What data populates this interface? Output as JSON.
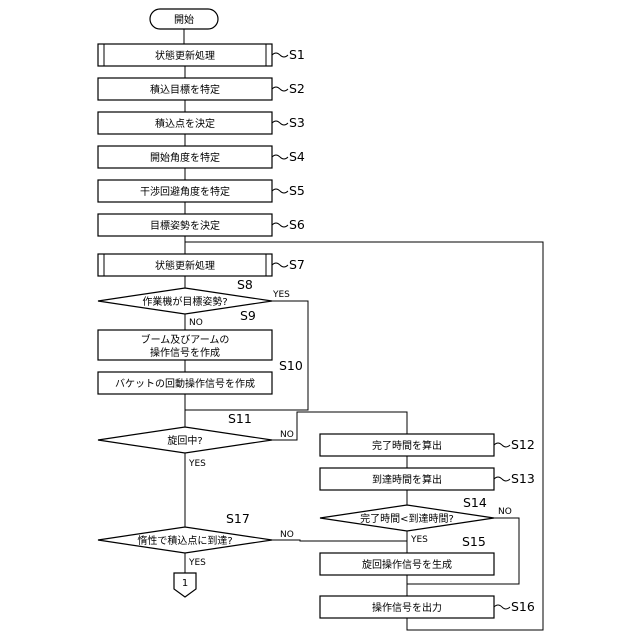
{
  "flowchart": {
    "start": "開始",
    "end_connector": "1",
    "processes": [
      {
        "id": "S1",
        "text": "状態更新処理"
      },
      {
        "id": "S2",
        "text": "積込目標を特定"
      },
      {
        "id": "S3",
        "text": "積込点を決定"
      },
      {
        "id": "S4",
        "text": "開始角度を特定"
      },
      {
        "id": "S5",
        "text": "干渉回避角度を特定"
      },
      {
        "id": "S6",
        "text": "目標姿勢を決定"
      },
      {
        "id": "S7",
        "text": "状態更新処理"
      },
      {
        "id": "S9",
        "lines": [
          "ブーム及びアームの",
          "操作信号を作成"
        ]
      },
      {
        "id": "S10",
        "text": "バケットの回動操作信号を作成"
      },
      {
        "id": "S12",
        "text": "完了時間を算出"
      },
      {
        "id": "S13",
        "text": "到達時間を算出"
      },
      {
        "id": "S15",
        "text": "旋回操作信号を生成"
      },
      {
        "id": "S16",
        "text": "操作信号を出力"
      }
    ],
    "decisions": [
      {
        "id": "S8",
        "text": "作業機が目標姿勢?",
        "yes": "YES",
        "no": "NO"
      },
      {
        "id": "S11",
        "text": "旋回中?",
        "yes": "YES",
        "no": "NO"
      },
      {
        "id": "S14",
        "text": "完了時間<到達時間?",
        "yes": "YES",
        "no": "NO"
      },
      {
        "id": "S17",
        "text": "惰性で積込点に到達?",
        "yes": "YES",
        "no": "NO"
      }
    ]
  }
}
